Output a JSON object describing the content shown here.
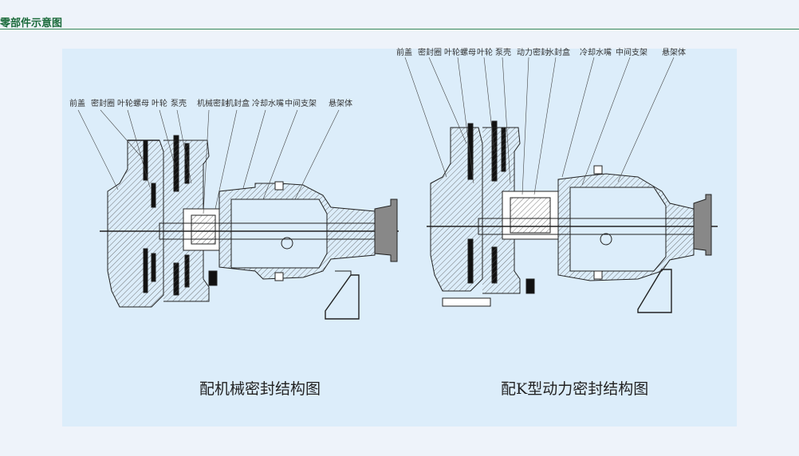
{
  "page": {
    "title": "零部件示意图"
  },
  "diagram_left": {
    "caption": "配机械密封结构图",
    "labels": [
      "前盖",
      "密封圈",
      "叶轮螺母",
      "叶轮",
      "泵壳",
      "机械密封",
      "机封盒",
      "冷却水嘴",
      "中间支架",
      "悬架体"
    ]
  },
  "diagram_right": {
    "caption": "配K型动力密封结构图",
    "labels": [
      "前盖",
      "密封圈",
      "叶轮螺母",
      "叶轮",
      "泵壳",
      "动力密封",
      "水封盒",
      "冷却水嘴",
      "中间支架",
      "悬架体"
    ]
  },
  "colors": {
    "title": "#1a6a3a",
    "panel": "#dcedfa",
    "ink": "#222222"
  }
}
